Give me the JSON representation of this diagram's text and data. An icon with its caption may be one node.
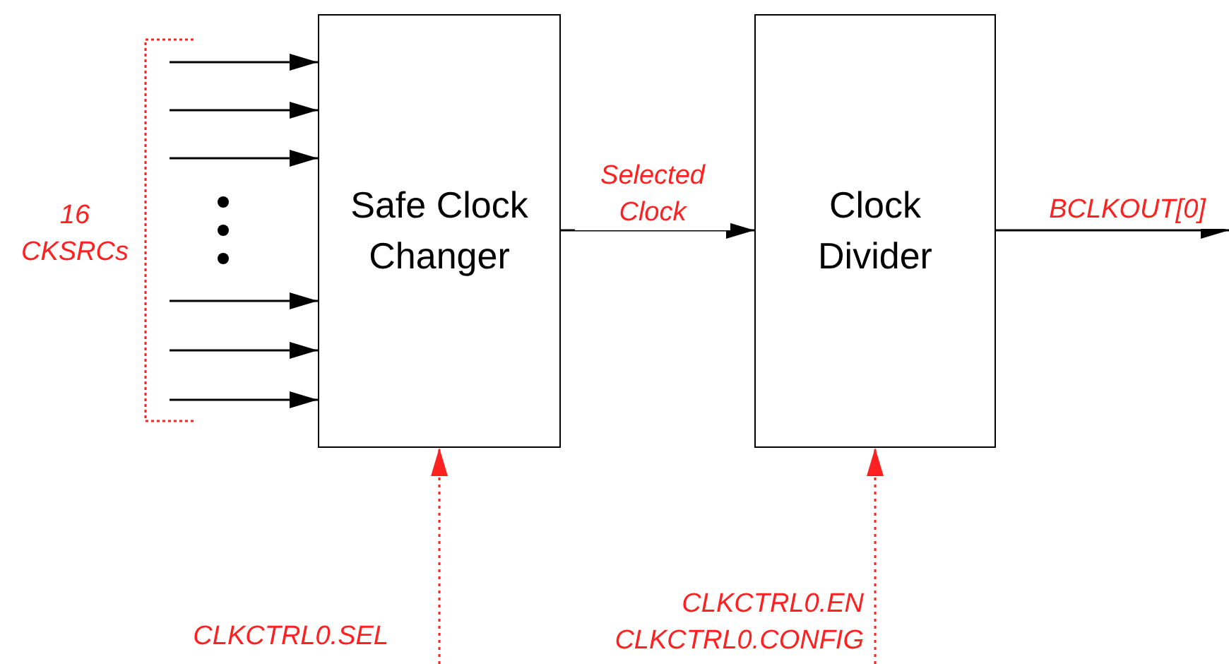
{
  "diagram": {
    "nodes": [
      {
        "text": [
          "Safe Clock Changer"
        ]
      },
      {
        "text": [
          "Clock Divider"
        ]
      }
    ],
    "edges": [
      {
        "from": null,
        "to": 0,
        "arrow": "to"
      },
      {
        "from": null,
        "to": 0,
        "arrow": "to"
      },
      {
        "from": null,
        "to": 0,
        "arrow": "to"
      },
      {
        "from": null,
        "to": 0,
        "arrow": "to"
      },
      {
        "from": null,
        "to": 0,
        "arrow": "to"
      },
      {
        "from": null,
        "to": 0,
        "arrow": "to"
      },
      {
        "from": 0,
        "to": 1,
        "arrow": "to",
        "label": "Selected Clock"
      },
      {
        "from": 1,
        "to": null,
        "arrow": "to",
        "label": "BCLKOUT[0]"
      },
      {
        "from": null,
        "to": 0,
        "arrow": "to",
        "label": "CLKCTRL0.SEL",
        "style": "dashed",
        "color": "#ff2020"
      },
      {
        "from": null,
        "to": 1,
        "arrow": "to",
        "label": "CLKCTRL0.EN CLKCTRL0.CONFIG",
        "style": "dashed",
        "color": "#ff2020"
      }
    ],
    "labels": [
      "16 CKSRCs"
    ]
  }
}
